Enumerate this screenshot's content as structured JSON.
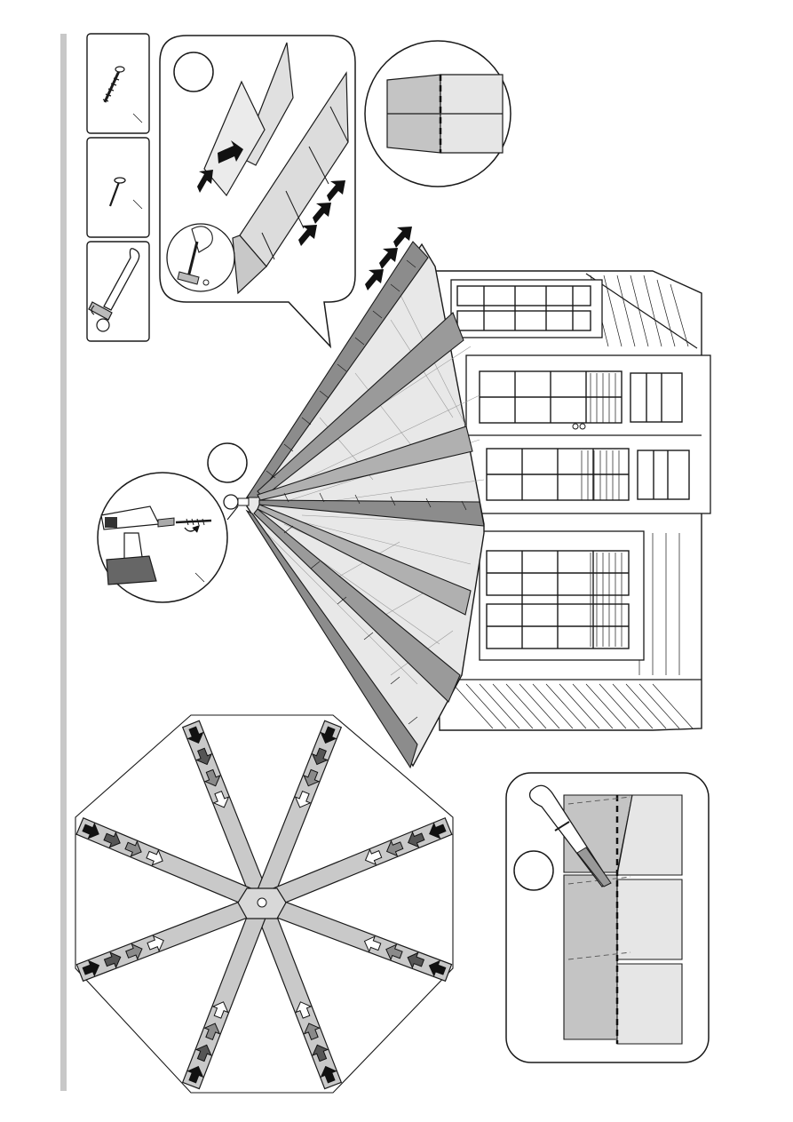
{
  "document": {
    "type": "assembly-instruction-page",
    "orientation": "rotated-90"
  },
  "colors": {
    "outline": "#1a1a1a",
    "sidebar": "#c8c8c8",
    "shingle_dark": "#8c8c8c",
    "shingle_mid": "#b4b4b4",
    "shingle_light": "#dcdcdc",
    "rafter": "#c9c9c9",
    "arrow_black": "#111111",
    "arrow_dark": "#555555",
    "arrow_grey": "#8a8a8a",
    "arrow_white": "#ffffff",
    "panel_light": "#e6e6e6",
    "panel_mid": "#c4c4c4"
  },
  "tools": [
    {
      "name": "screw-icon"
    },
    {
      "name": "nail-icon"
    },
    {
      "name": "hammer-icon"
    }
  ],
  "callouts": {
    "nailing_detail": {
      "has_number_circle": true,
      "icon": "hammer-icon"
    },
    "drill_detail": {
      "has_number_circle": true,
      "icon": "drill-icon"
    },
    "knife_detail": {
      "has_number_circle": true,
      "icon": "utility-knife-icon"
    },
    "overlap_detail": {
      "icon": "shingle-overlap-icon"
    }
  },
  "roof": {
    "sections": 8,
    "arrow_sequence": [
      "arrow_black",
      "arrow_dark",
      "arrow_grey",
      "arrow_white"
    ]
  }
}
